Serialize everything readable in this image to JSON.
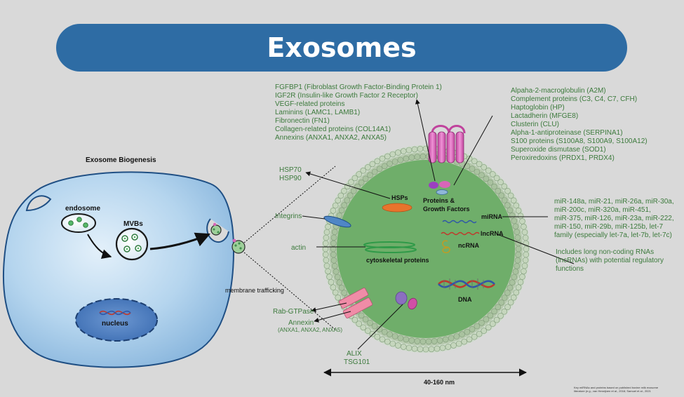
{
  "title": "Exosomes",
  "biogenesis": {
    "heading": "Exosome Biogenesis",
    "endosome": "endosome",
    "mvbs": "MVBs",
    "nucleus": "nucleus",
    "membrane_trafficking": "membrane trafficking"
  },
  "exosome": {
    "hsps": "HSPs",
    "proteins_line1": "Proteins &",
    "proteins_line2": "Growth Factors",
    "mirna": "miRNA",
    "lncrna": "lncRNA",
    "ncrna": "ncRNA",
    "cytoskeletal": "cytoskeletal proteins",
    "dna": "DNA"
  },
  "left_labels": {
    "hsp70": "HSP70",
    "hsp90": "HSP90",
    "integrins": "Integrins",
    "actin": "actin",
    "rab": "Rab-GTPase",
    "annexin": "Annexin",
    "annexin_sub": "(ANXA1, ANXA2, ANXA5)",
    "alix": "ALIX",
    "tsg": "TSG101"
  },
  "top_left_list": [
    "FGFBP1 (Fibroblast Growth Factor-Binding Protein 1)",
    "IGF2R (Insulin-like Growth Factor 2 Receptor)",
    "VEGF-related proteins",
    "Laminins (LAMC1, LAMB1)",
    "Fibronectin (FN1)",
    "Collagen-related proteins (COL14A1)",
    "Annexins (ANXA1, ANXA2, ANXA5)"
  ],
  "top_right_list": [
    "Alpaha-2-macroglobulin (A2M)",
    "Complement proteins (C3, C4, C7, CFH)",
    "Haptoglobin (HP)",
    "Lactadherin (MFGE8)",
    "Clusterin (CLU)",
    "Alpha-1-antiproteinase (SERPINA1)",
    "S100 proteins (S100A8, S100A9, S100A12)",
    "Superoxide dismutase (SOD1)",
    "Peroxiredoxins (PRDX1, PRDX4)"
  ],
  "mirna_list": [
    "miR-148a, miR-21, miR-26a, miR-30a,",
    "miR-200c, miR-320a, miR-451,",
    "miR-375, miR-126, miR-23a, miR-222,",
    "miR-150, miR-29b, miR-125b, let-7",
    "family (especially let-7a, let-7b, let-7c)"
  ],
  "lncrna_note": [
    "Includes long non-coding RNAs",
    "(lncRNAs) with potential regulatory",
    "functions"
  ],
  "size": "40-160 nm",
  "footnote": [
    "Key miRNAs and proteins based on published bovine milk exosome",
    "literature (e.g., van Herwijnen et al., 2016; Samuel et al., 2021"
  ],
  "colors": {
    "banner": "#2e6ca4",
    "exosome_fill": "#6fae6a",
    "bead": "#b9cfb0",
    "cell": "#a9cde9",
    "label_green": "#3c7a3c",
    "receptor": "#d865b8"
  }
}
